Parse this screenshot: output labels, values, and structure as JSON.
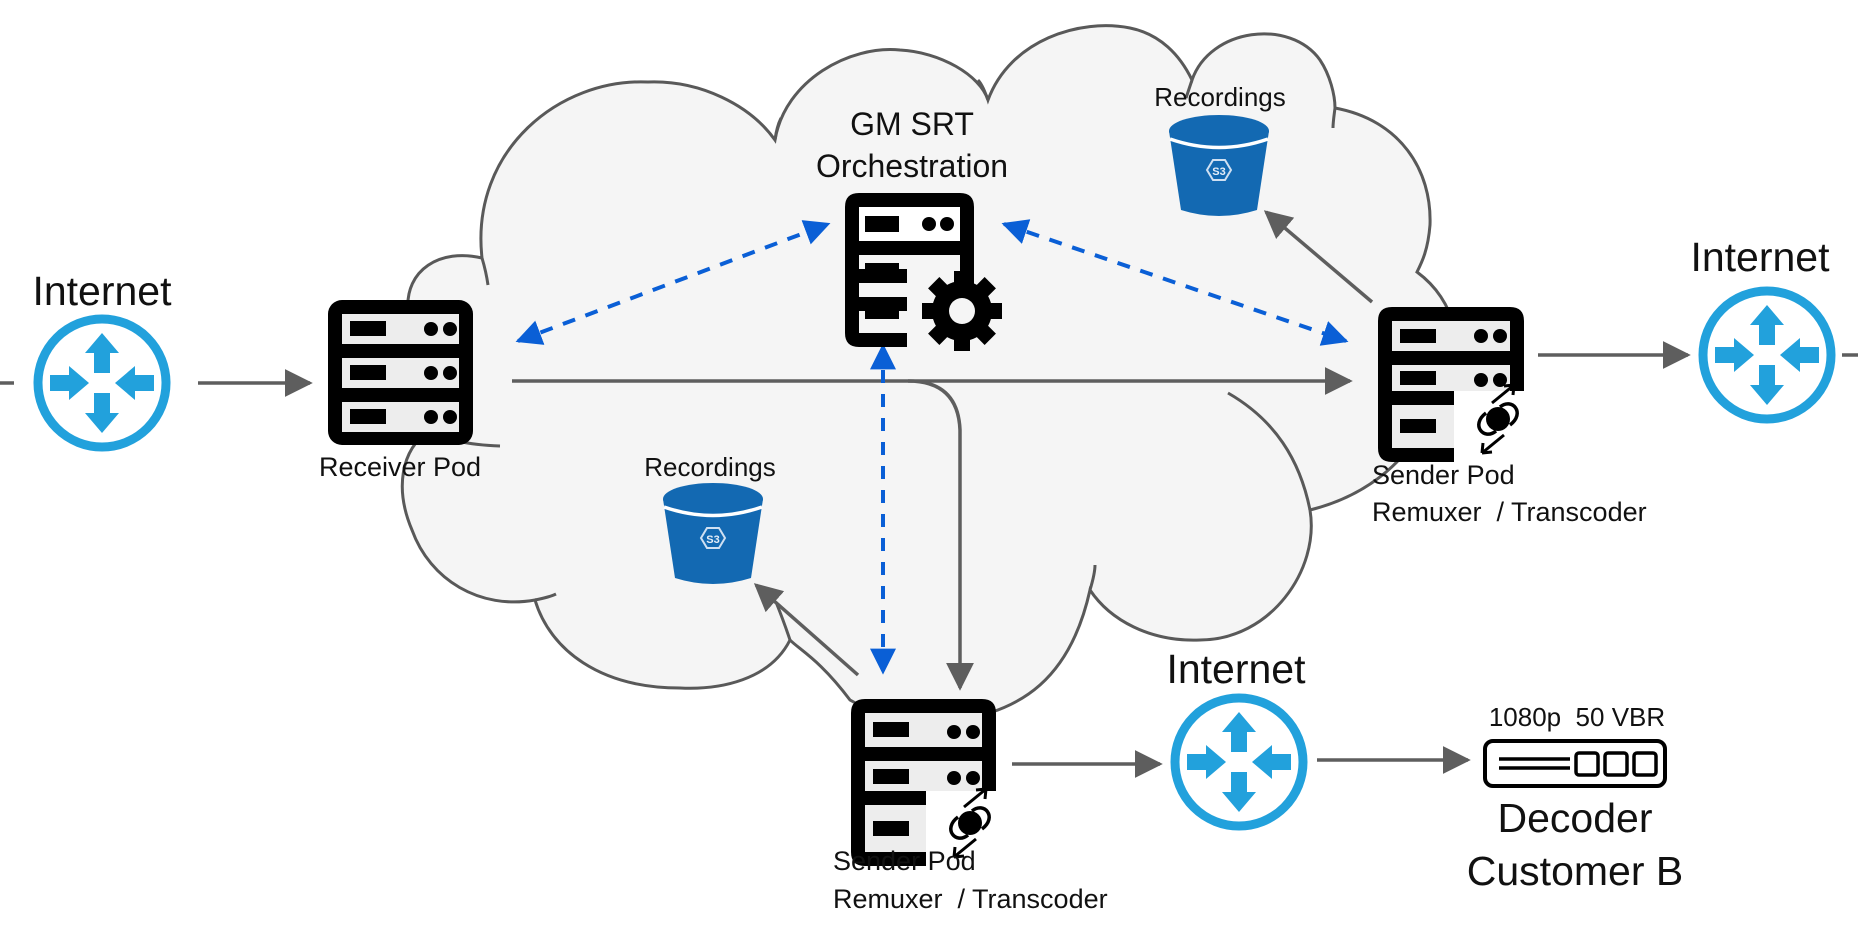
{
  "diagram": {
    "colors": {
      "router": "#22a1dc",
      "bucket": "#1369b2",
      "control_link": "#0a5fd6",
      "data_link": "#5e5e5e",
      "cloud_fill": "#f5f5f5",
      "cloud_stroke": "#595959",
      "icon": "#000000"
    },
    "nodes": {
      "internet_left": {
        "label": "Internet",
        "icon": "router-icon"
      },
      "receiver_pod": {
        "label": "Receiver Pod",
        "icon": "server-rack-icon"
      },
      "orchestration": {
        "label_line1": "GM SRT",
        "label_line2": "Orchestration",
        "icon": "server-gear-icon"
      },
      "recordings_top": {
        "label": "Recordings",
        "icon": "s3-bucket-icon",
        "badge": "S3"
      },
      "recordings_bottom": {
        "label": "Recordings",
        "icon": "s3-bucket-icon",
        "badge": "S3"
      },
      "sender_pod_right": {
        "label_line1": "Sender Pod",
        "label_line2": "Remuxer  / Transcoder",
        "icon": "server-transcode-icon"
      },
      "sender_pod_bottom": {
        "label_line1": "Sender Pod",
        "label_line2": "Remuxer  / Transcoder",
        "icon": "server-transcode-icon"
      },
      "internet_right": {
        "label": "Internet",
        "icon": "router-icon"
      },
      "internet_bottom": {
        "label": "Internet",
        "icon": "router-icon"
      },
      "decoder": {
        "spec": "1080p  50 VBR",
        "label_line1": "Decoder",
        "label_line2": "Customer B",
        "icon": "decoder-device-icon"
      }
    },
    "edges": [
      {
        "from": "external",
        "to": "internet_left",
        "type": "data"
      },
      {
        "from": "internet_left",
        "to": "receiver_pod",
        "type": "data"
      },
      {
        "from": "receiver_pod",
        "to": "sender_pod_right",
        "type": "data"
      },
      {
        "from": "receiver_pod",
        "to": "sender_pod_bottom",
        "type": "data"
      },
      {
        "from": "sender_pod_right",
        "to": "recordings_top",
        "type": "data"
      },
      {
        "from": "sender_pod_bottom",
        "to": "recordings_bottom",
        "type": "data"
      },
      {
        "from": "sender_pod_right",
        "to": "internet_right",
        "type": "data"
      },
      {
        "from": "internet_right",
        "to": "external",
        "type": "data"
      },
      {
        "from": "sender_pod_bottom",
        "to": "internet_bottom",
        "type": "data"
      },
      {
        "from": "internet_bottom",
        "to": "decoder",
        "type": "data"
      },
      {
        "from": "orchestration",
        "to": "receiver_pod",
        "type": "control",
        "bidirectional": true
      },
      {
        "from": "orchestration",
        "to": "sender_pod_right",
        "type": "control",
        "bidirectional": true
      },
      {
        "from": "orchestration",
        "to": "sender_pod_bottom",
        "type": "control",
        "bidirectional": true
      }
    ]
  }
}
